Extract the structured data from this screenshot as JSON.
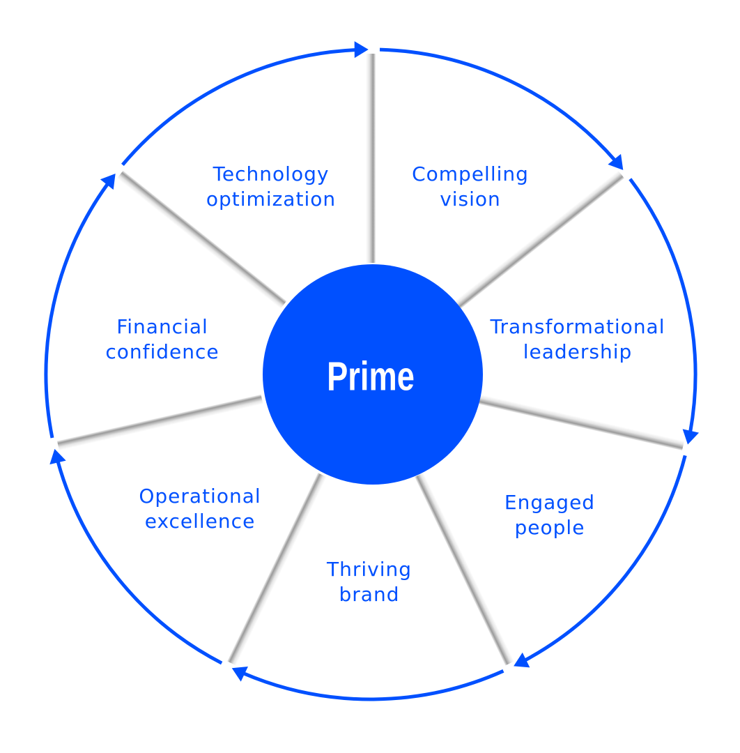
{
  "center": {
    "label": "Prime",
    "color": "#0050ff"
  },
  "accent_color": "#0050ff",
  "segments": [
    {
      "lines": [
        "Technology",
        "optimization"
      ]
    },
    {
      "lines": [
        "Compelling",
        "vision"
      ]
    },
    {
      "lines": [
        "Transformational",
        "leadership"
      ]
    },
    {
      "lines": [
        "Engaged",
        "people"
      ]
    },
    {
      "lines": [
        "Thriving",
        "brand"
      ]
    },
    {
      "lines": [
        "Operational",
        "excellence"
      ]
    },
    {
      "lines": [
        "Financial",
        "confidence"
      ]
    }
  ]
}
